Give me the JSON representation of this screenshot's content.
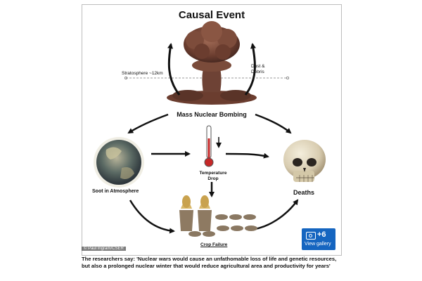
{
  "diagram": {
    "title": "Causal Event",
    "stratosphere_label": "Stratosphere ~12km",
    "dust_label": "Dust & Debris",
    "mass_label": "Mass Nuclear Bombing",
    "soot_label": "Soot in Atmosphere",
    "temperature_label": "Temperature Drop",
    "deaths_label": "Deaths",
    "crop_label": "Crop Failure"
  },
  "credit": "© Paul Ingram/CSER",
  "gallery": {
    "count": "+6",
    "label": "View gallery"
  },
  "caption": "The researchers say: 'Nuclear wars would cause an unfathomable loss of life and genetic resources, but also a prolonged nuclear winter that would reduce agricultural area and productivity for years'",
  "colors": {
    "accent": "#1565c0",
    "mushroom": "#7a4b3a",
    "thermometer": "#c62828"
  }
}
